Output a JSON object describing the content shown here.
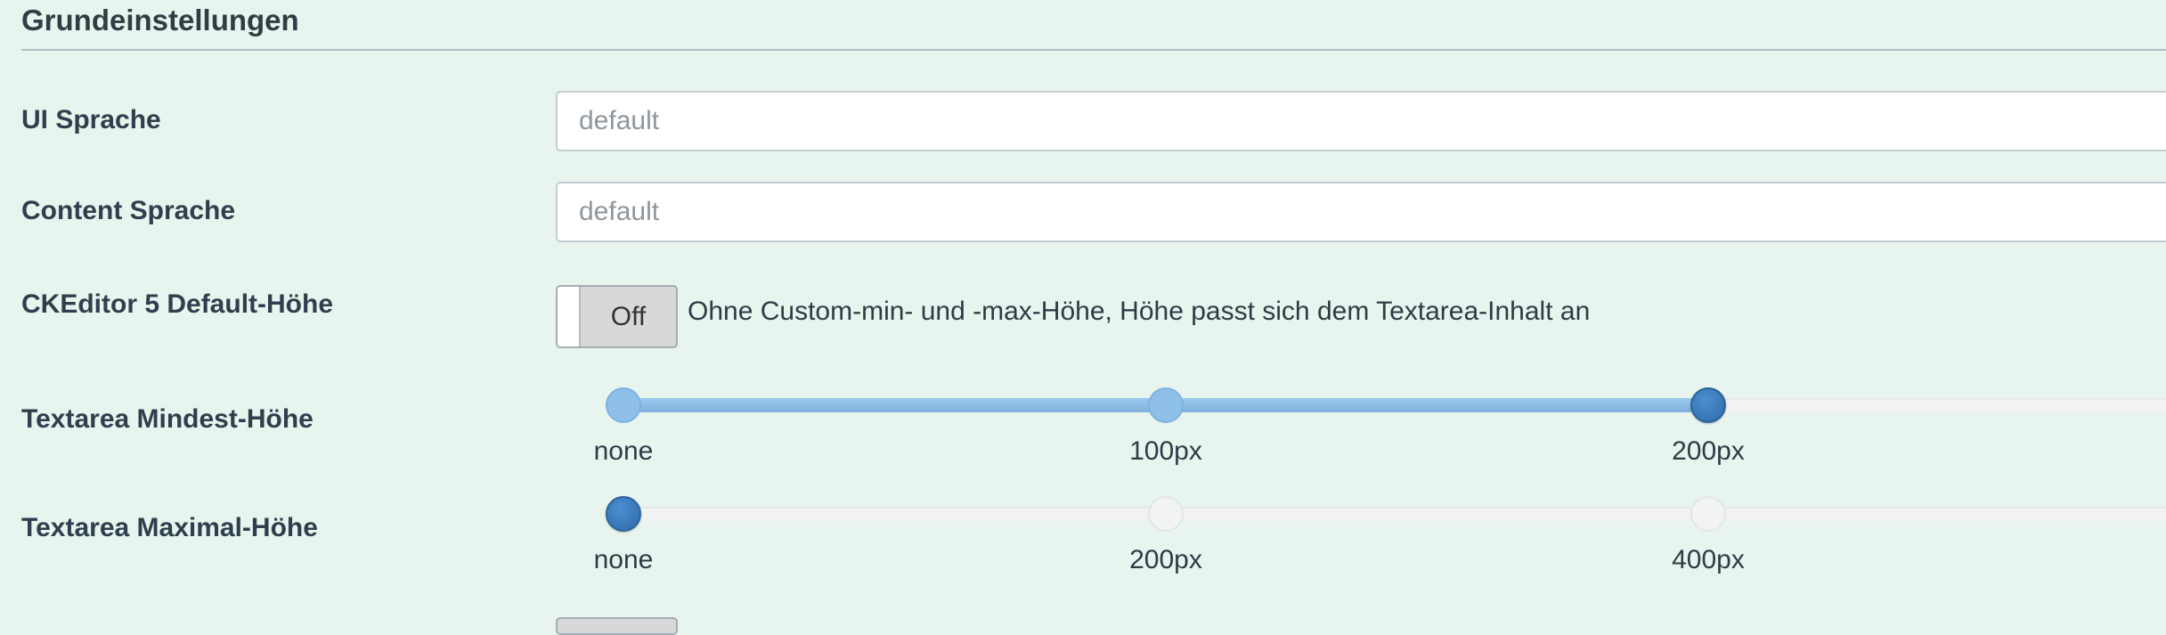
{
  "section": {
    "title": "Grundeinstellungen"
  },
  "fields": {
    "ui_language": {
      "label": "UI Sprache",
      "value": "",
      "placeholder": "default"
    },
    "content_language": {
      "label": "Content Sprache",
      "value": "",
      "placeholder": "default"
    },
    "default_height": {
      "label": "CKEditor 5 Default-Höhe",
      "toggle_state": "Off",
      "description": "Ohne Custom-min- und -max-Höhe, Höhe passt sich dem Textarea-Inhalt an"
    },
    "min_height": {
      "label": "Textarea Mindest-Höhe",
      "ticks": [
        "none",
        "100px",
        "200px"
      ],
      "selected": "200px"
    },
    "max_height": {
      "label": "Textarea Maximal-Höhe",
      "ticks": [
        "none",
        "200px",
        "400px"
      ],
      "selected": "none"
    }
  },
  "colors": {
    "background": "#e8f5ee",
    "slider_fill": "#8ec0ea",
    "slider_thumb": "#2e6aa8"
  }
}
